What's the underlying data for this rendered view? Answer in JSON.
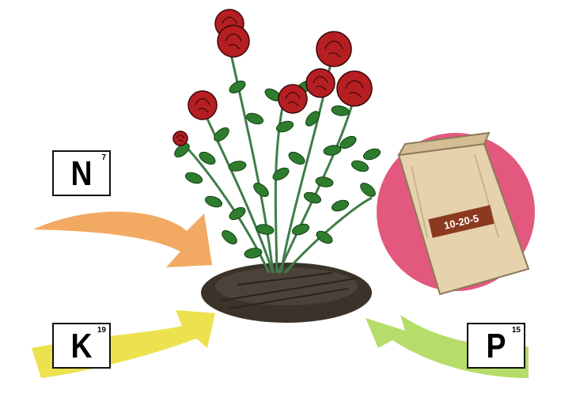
{
  "elements": {
    "n": {
      "symbol": "N",
      "atomic_number": "7",
      "arrow_color": "#f2a962"
    },
    "k": {
      "symbol": "K",
      "atomic_number": "19",
      "arrow_color": "#ece24f"
    },
    "p": {
      "symbol": "P",
      "atomic_number": "15",
      "arrow_color": "#b6dc6a"
    }
  },
  "fertilizer": {
    "label": "10-20-5",
    "circle_color": "#e3587e",
    "bag_color": "#e6d2ad",
    "label_color": "#8c3a1f"
  },
  "plant": {
    "flower": "rose",
    "flower_color": "#b51f22",
    "leaf_color": "#2e7d2e",
    "soil_color": "#3b332a"
  }
}
